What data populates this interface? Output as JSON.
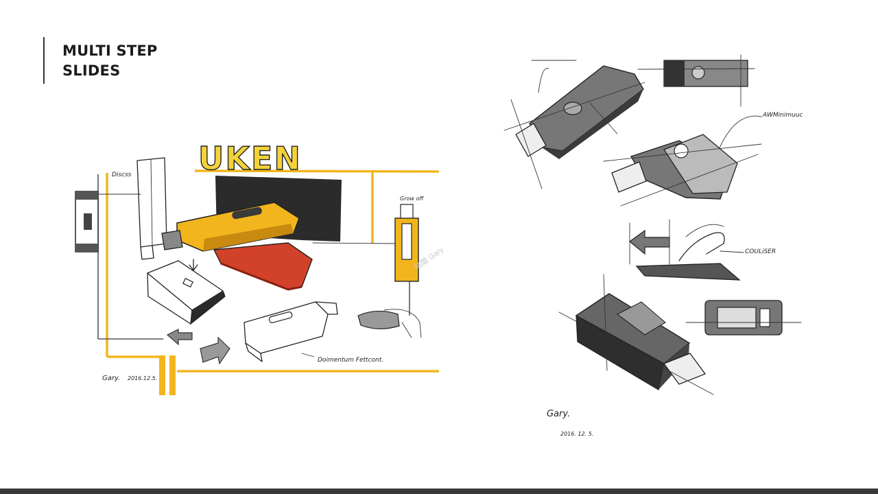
{
  "slide": {
    "title_lines": [
      "MULTI STEP",
      "SLIDES"
    ]
  },
  "left_sketch": {
    "brand_lettering": "UKEN",
    "labels": {
      "discs": "Discss",
      "grow_off": "Grow off",
      "dominant_feature": "Doimentum Fettcont.",
      "signature_date": "2016.12.5."
    },
    "watermark": "站酷 Gary"
  },
  "right_sketch": {
    "labels": {
      "awm": "AWMinimuuc",
      "couliser": "COULiSER",
      "signature_date": "2016. 12. 5."
    }
  },
  "colors": {
    "accent_yellow": "#f2b51d",
    "sketch_ink": "#222222",
    "red_marker": "#d2412a",
    "footer": "#3a3a3a"
  }
}
